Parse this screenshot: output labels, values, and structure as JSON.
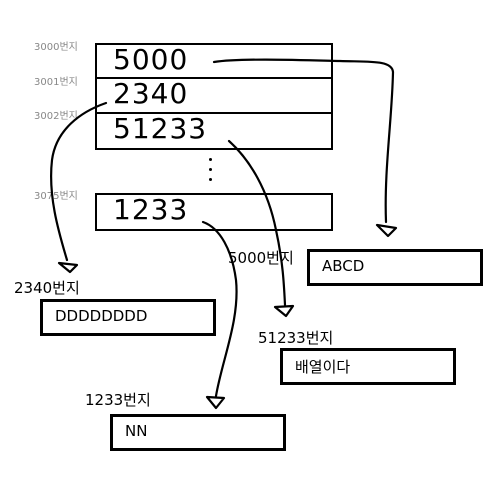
{
  "memory": {
    "cells": [
      {
        "address": "3000번지",
        "value": "5000"
      },
      {
        "address": "3001번지",
        "value": "2340"
      },
      {
        "address": "3002번지",
        "value": "51233"
      },
      {
        "address": "3075번지",
        "value": "1233"
      }
    ]
  },
  "targets": [
    {
      "address": "5000번지",
      "value": "ABCD"
    },
    {
      "address": "2340번지",
      "value": "DDDDDDDD"
    },
    {
      "address": "51233번지",
      "value": "배열이다"
    },
    {
      "address": "1233번지",
      "value": "NN"
    }
  ]
}
